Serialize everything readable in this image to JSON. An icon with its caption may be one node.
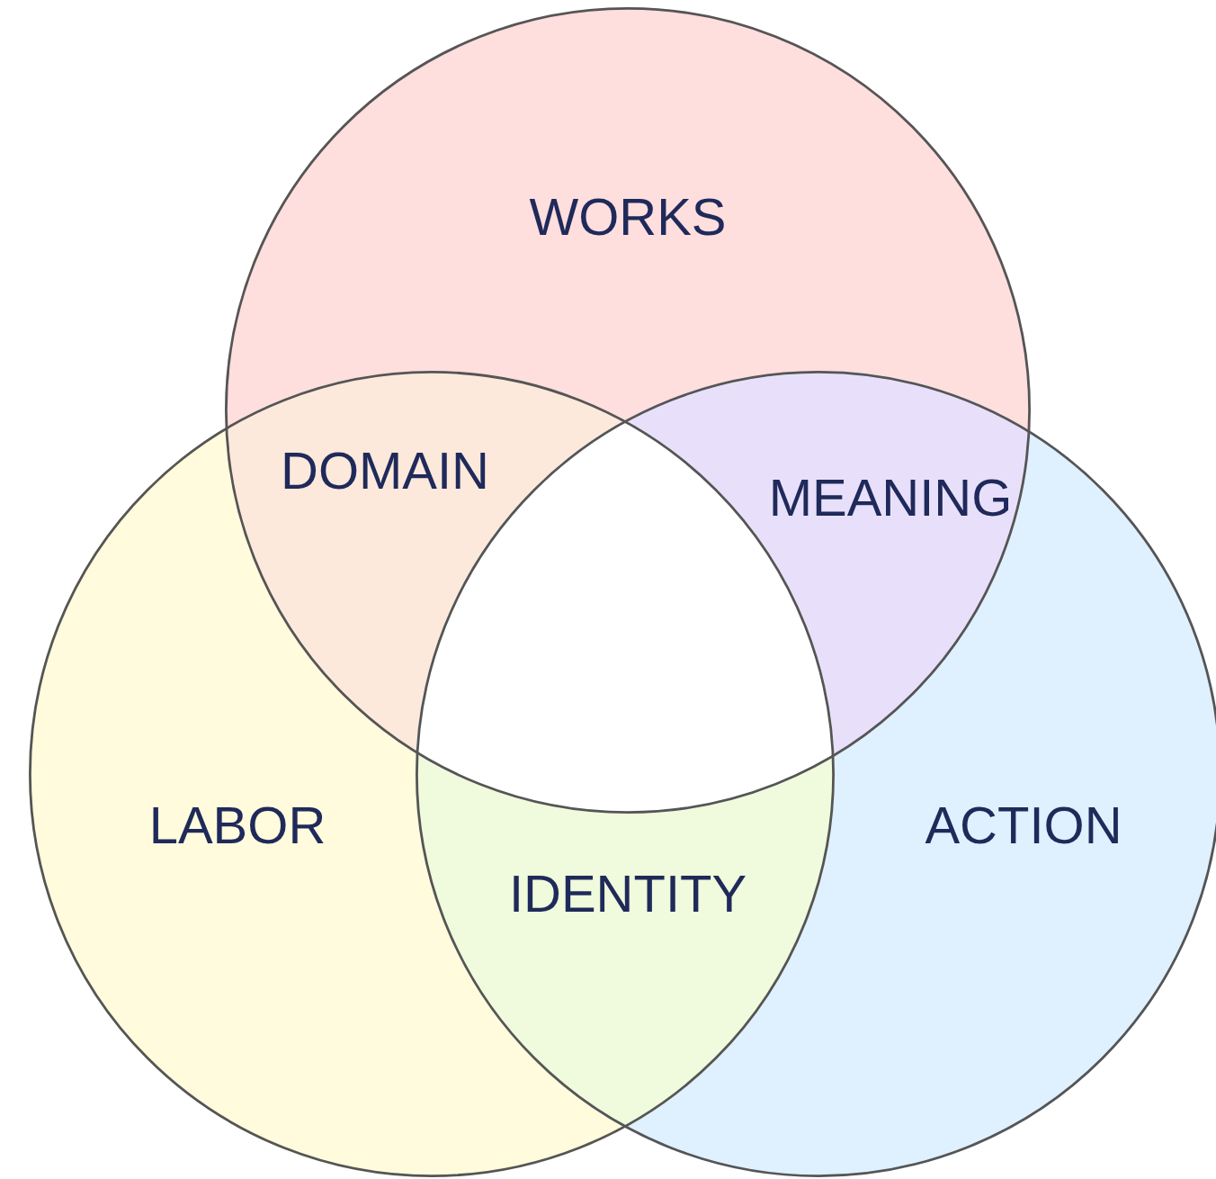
{
  "diagram": {
    "nodes": [
      {
        "text": [
          "WORKS"
        ]
      },
      {
        "text": [
          "LABOR"
        ]
      },
      {
        "text": [
          "ACTION"
        ]
      }
    ],
    "labels": [
      "DOMAIN",
      "MEANING",
      "IDENTITY"
    ]
  }
}
